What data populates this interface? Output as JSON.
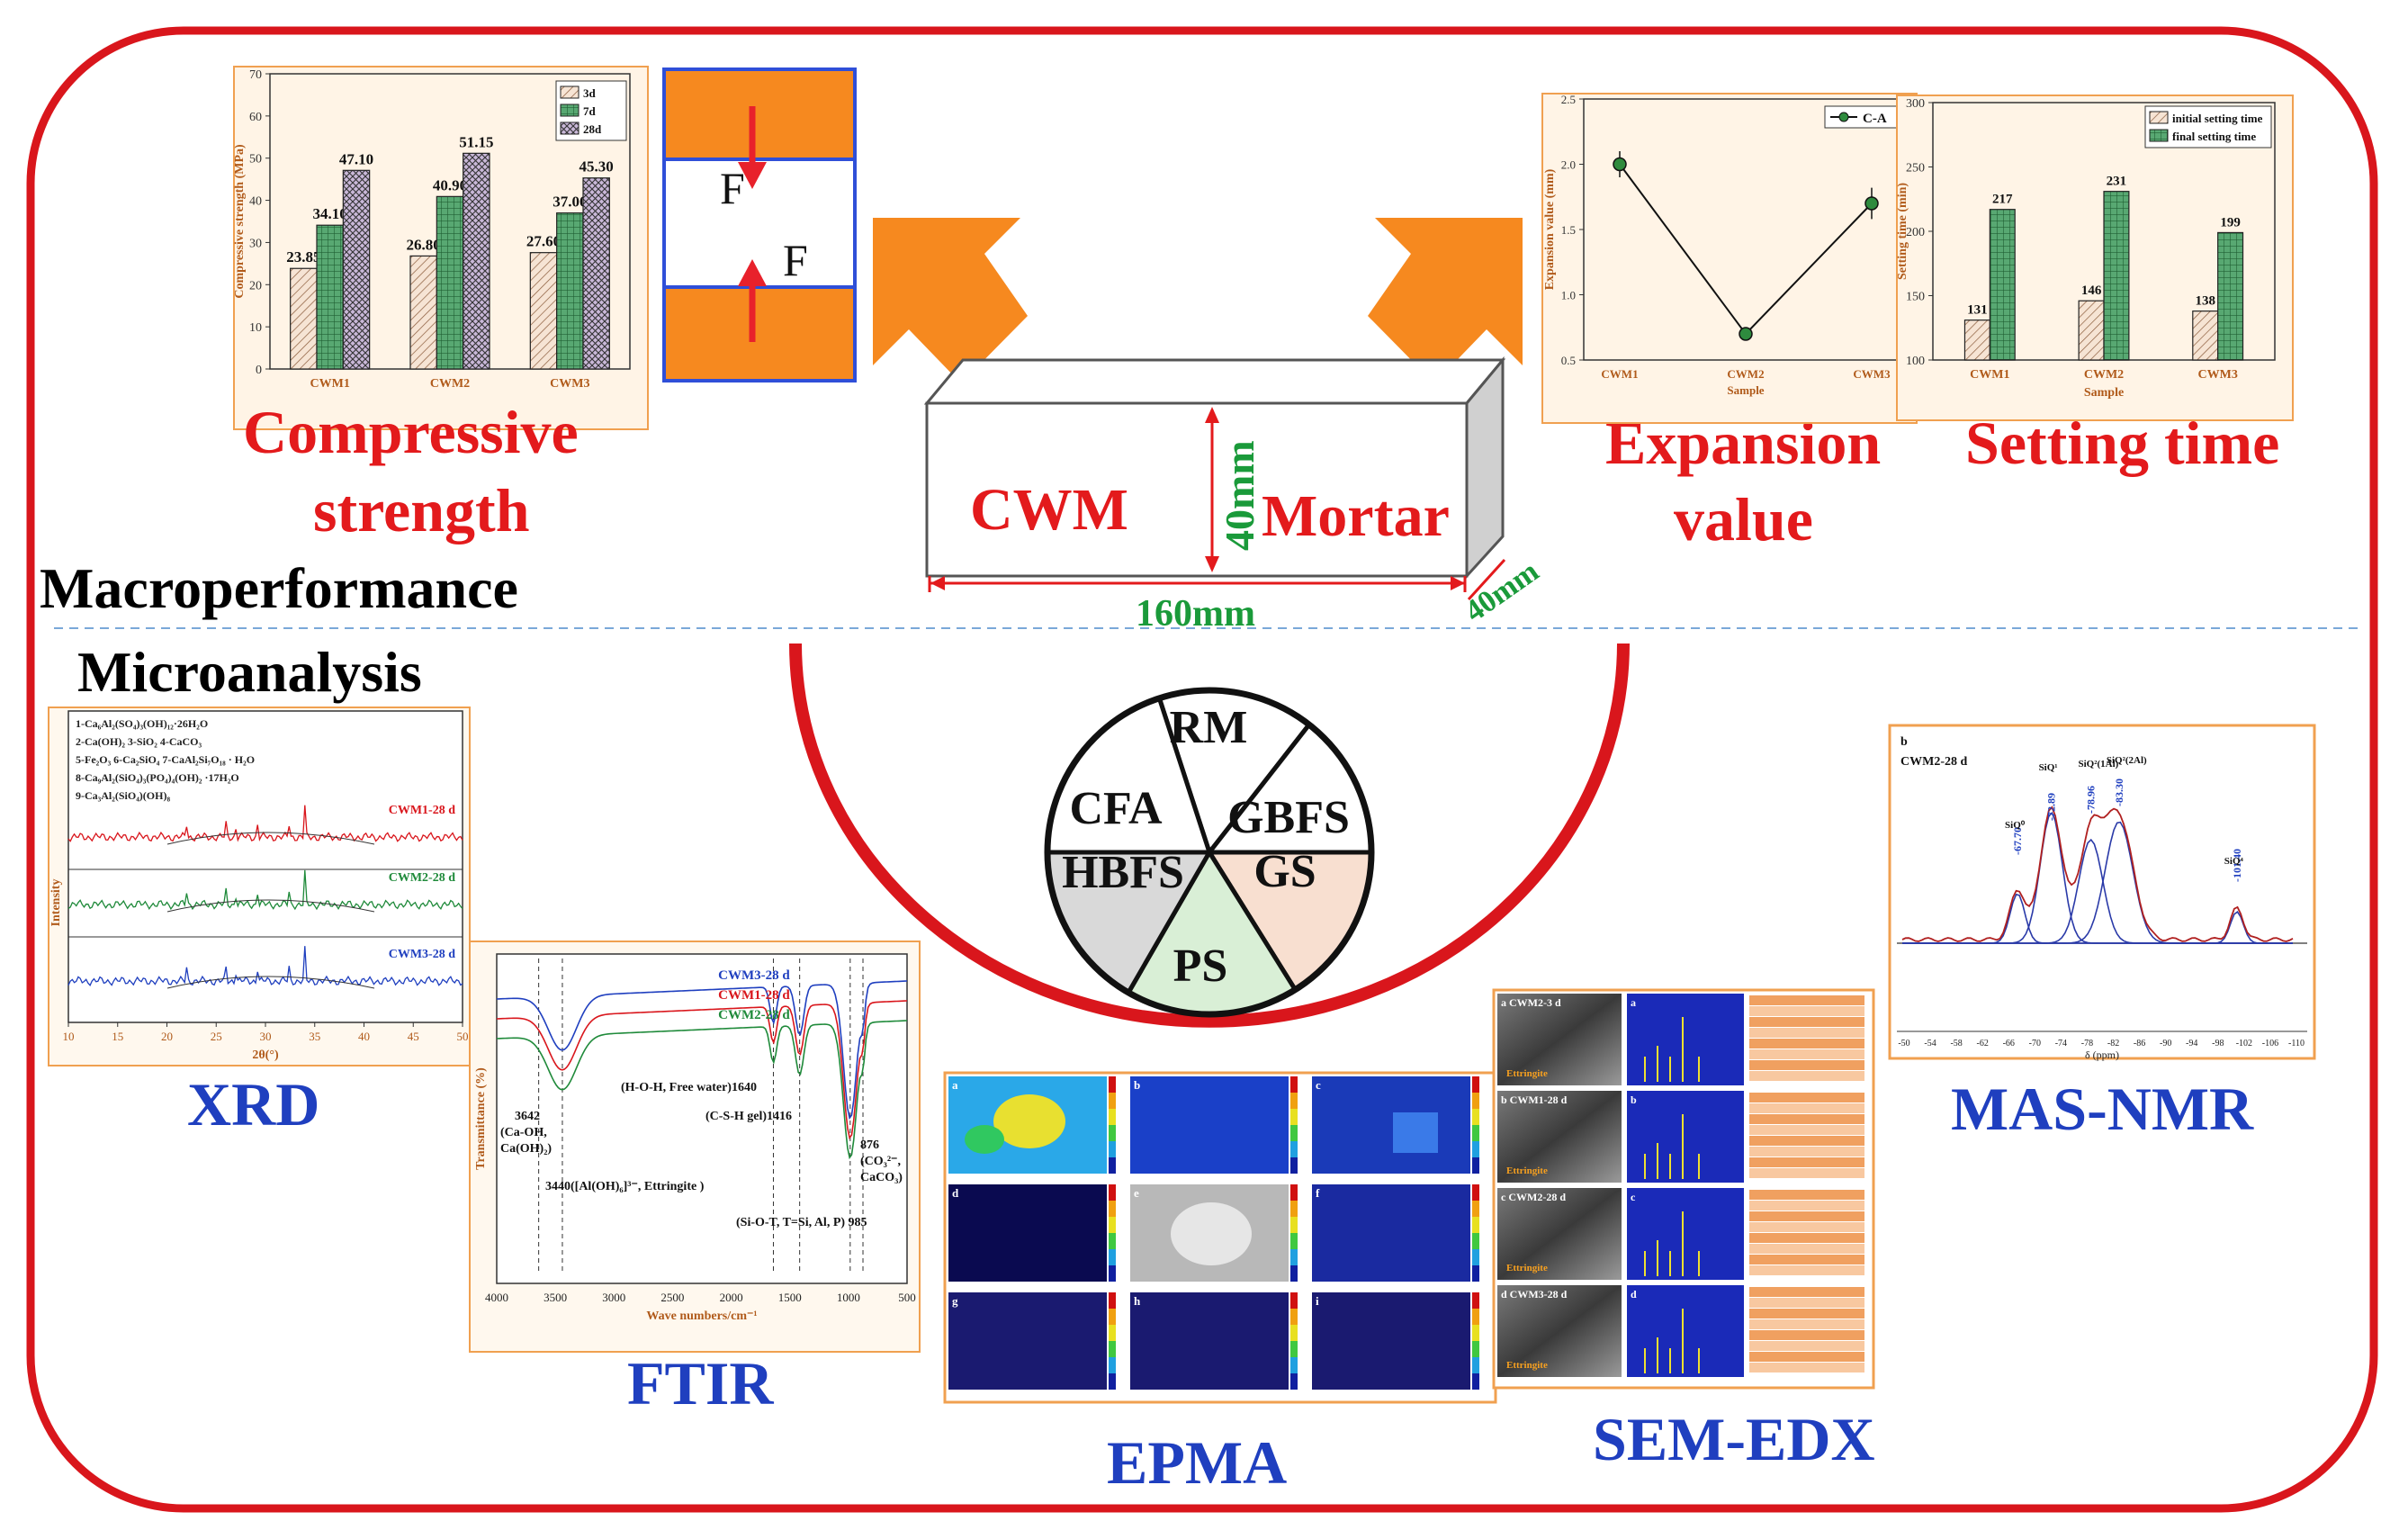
{
  "sections": {
    "macro": "Macroperformance",
    "micro": "Microanalysis"
  },
  "titles": {
    "compressive": [
      "Compressive",
      "strength"
    ],
    "expansion": [
      "Expansion",
      "value"
    ],
    "setting": "Setting time",
    "xrd": "XRD",
    "ftir": "FTIR",
    "epma": "EPMA",
    "semedx": "SEM-EDX",
    "masnmr": "MAS-NMR"
  },
  "specimen": {
    "label_left": "CWM",
    "label_right": "Mortar",
    "height": "40mm",
    "length": "160mm",
    "depth": "40mm",
    "force": "F"
  },
  "pie": {
    "labels": [
      "RM",
      "GBFS",
      "GS",
      "PS",
      "HBFS",
      "CFA"
    ],
    "colors": [
      "#ffffff",
      "#ffffff",
      "#f8dfd0",
      "#d9efd6",
      "#d9d9d9",
      "#ffffff"
    ]
  },
  "chart_data": [
    {
      "type": "bar",
      "ylabel": "Compressive strength (MPa)",
      "categories": [
        "CWM1",
        "CWM2",
        "CWM3"
      ],
      "series": [
        {
          "name": "3d",
          "values": [
            23.85,
            26.8,
            27.6
          ],
          "color": "#f2dcc8"
        },
        {
          "name": "7d",
          "values": [
            34.1,
            40.9,
            37.0
          ],
          "color": "#4b9e63"
        },
        {
          "name": "28d",
          "values": [
            47.1,
            51.15,
            45.3
          ],
          "color": "#b8a8c8"
        }
      ],
      "data_labels": [
        "23.85",
        "26.80",
        "27.60",
        "34.10",
        "40.90",
        "37.00",
        "47.10",
        "51.15",
        "45.30"
      ],
      "ylim": [
        0,
        70
      ],
      "yticks": [
        "0",
        "10",
        "20",
        "30",
        "40",
        "50",
        "60",
        "70"
      ]
    },
    {
      "type": "line",
      "ylabel": "Expansion value (mm)",
      "xlabel": "Sample",
      "categories": [
        "CWM1",
        "CWM2",
        "CWM3"
      ],
      "series": [
        {
          "name": "C-A",
          "values": [
            2.0,
            0.7,
            1.7
          ],
          "errors": [
            0.1,
            0.03,
            0.12
          ],
          "color": "#2e8b3e"
        }
      ],
      "ylim": [
        0.5,
        2.5
      ],
      "yticks": [
        "0.5",
        "1.0",
        "1.5",
        "2.0",
        "2.5"
      ]
    },
    {
      "type": "bar",
      "ylabel": "Setting time (min)",
      "xlabel": "Sample",
      "categories": [
        "CWM1",
        "CWM2",
        "CWM3"
      ],
      "series": [
        {
          "name": "initial setting time",
          "values": [
            131,
            146,
            138
          ],
          "color": "#f5d5c0"
        },
        {
          "name": "final setting time",
          "values": [
            217,
            231,
            199
          ],
          "color": "#3d9b58"
        }
      ],
      "data_labels": [
        "131",
        "146",
        "138",
        "217",
        "231",
        "199"
      ],
      "ylim": [
        100,
        300
      ],
      "yticks": [
        "100",
        "150",
        "200",
        "250",
        "300"
      ]
    }
  ],
  "xrd": {
    "ylabel": "Intensity",
    "xlabel": "2θ(°)",
    "xticks": [
      "10",
      "15",
      "20",
      "25",
      "30",
      "35",
      "40",
      "45",
      "50"
    ],
    "legend": [
      "1-Ca₆Al₂(SO₄)₃(OH)₁₂·26H₂O",
      "2-Ca(OH)₂   3-SiO₂   4-CaCO₃",
      "5-Fe₂O₃ 6-Ca₂SiO₄ 7-CaAl₂Si₇O₁₈ · H₂O",
      "8-Ca₉Al₂(SiO₄)₃(PO₄)₄(OH)₂ ·17H₂O",
      "9-Ca₃Al₂(SiO₄)(OH)₈"
    ],
    "series": [
      "CWM1-28 d",
      "CWM2-28 d",
      "CWM3-28 d"
    ]
  },
  "ftir": {
    "ylabel": "Transmittance (%)",
    "xlabel": "Wave numbers/cm⁻¹",
    "xticks": [
      "4000",
      "3500",
      "3000",
      "2500",
      "2000",
      "1500",
      "1000",
      "500"
    ],
    "series": [
      "CWM3-28 d",
      "CWM1-28 d",
      "CWM2-28 d"
    ],
    "notes": {
      "a1": "3642",
      "a2": "(Ca-OH,",
      "a3": "Ca(OH)₂)",
      "b": "3440([Al(OH)₆]³⁻, Ettringite )",
      "c": "(H-O-H, Free water)1640",
      "d": "(C-S-H gel)1416",
      "e1": "876",
      "e2": "(CO₃²⁻,",
      "e3": "CaCO₃)",
      "f": "(Si-O-T, T=Si, Al, P) 985"
    }
  },
  "nmr": {
    "panel": "b",
    "sample": "CWM2-28 d",
    "xlabel": "δ (ppm)",
    "xticks": [
      "-50",
      "-54",
      "-58",
      "-62",
      "-66",
      "-70",
      "-74",
      "-78",
      "-82",
      "-86",
      "-90",
      "-94",
      "-98",
      "-102",
      "-106",
      "-110"
    ],
    "peaks": [
      "-67.70",
      "-72.89",
      "-78.96",
      "-83.30",
      "-101.40"
    ],
    "peak_labels": [
      "SiQ⁰",
      "SiQ¹",
      "SiQ²(1Al)",
      "SiQ²(2Al)",
      "SiQ⁴"
    ]
  },
  "sem": {
    "rows": [
      "a CWM2-3 d",
      "b CWM1-28 d",
      "c CWM2-28 d",
      "d CWM3-28 d"
    ],
    "tags": [
      "Ettringite",
      "Ettringite",
      "Ettringite",
      "Ettringite"
    ],
    "letters": [
      "a",
      "b",
      "c",
      "d"
    ]
  },
  "epma": {
    "panels": [
      "a",
      "b",
      "c",
      "d",
      "e",
      "f",
      "g",
      "h",
      "i"
    ]
  },
  "colors": {
    "frame": "#d9161c",
    "arrow": "#f6891f",
    "force_arrow": "#e8212b",
    "press": "#f6891f",
    "press_border": "#2f4fd8",
    "dim_green": "#1a9a3a"
  }
}
